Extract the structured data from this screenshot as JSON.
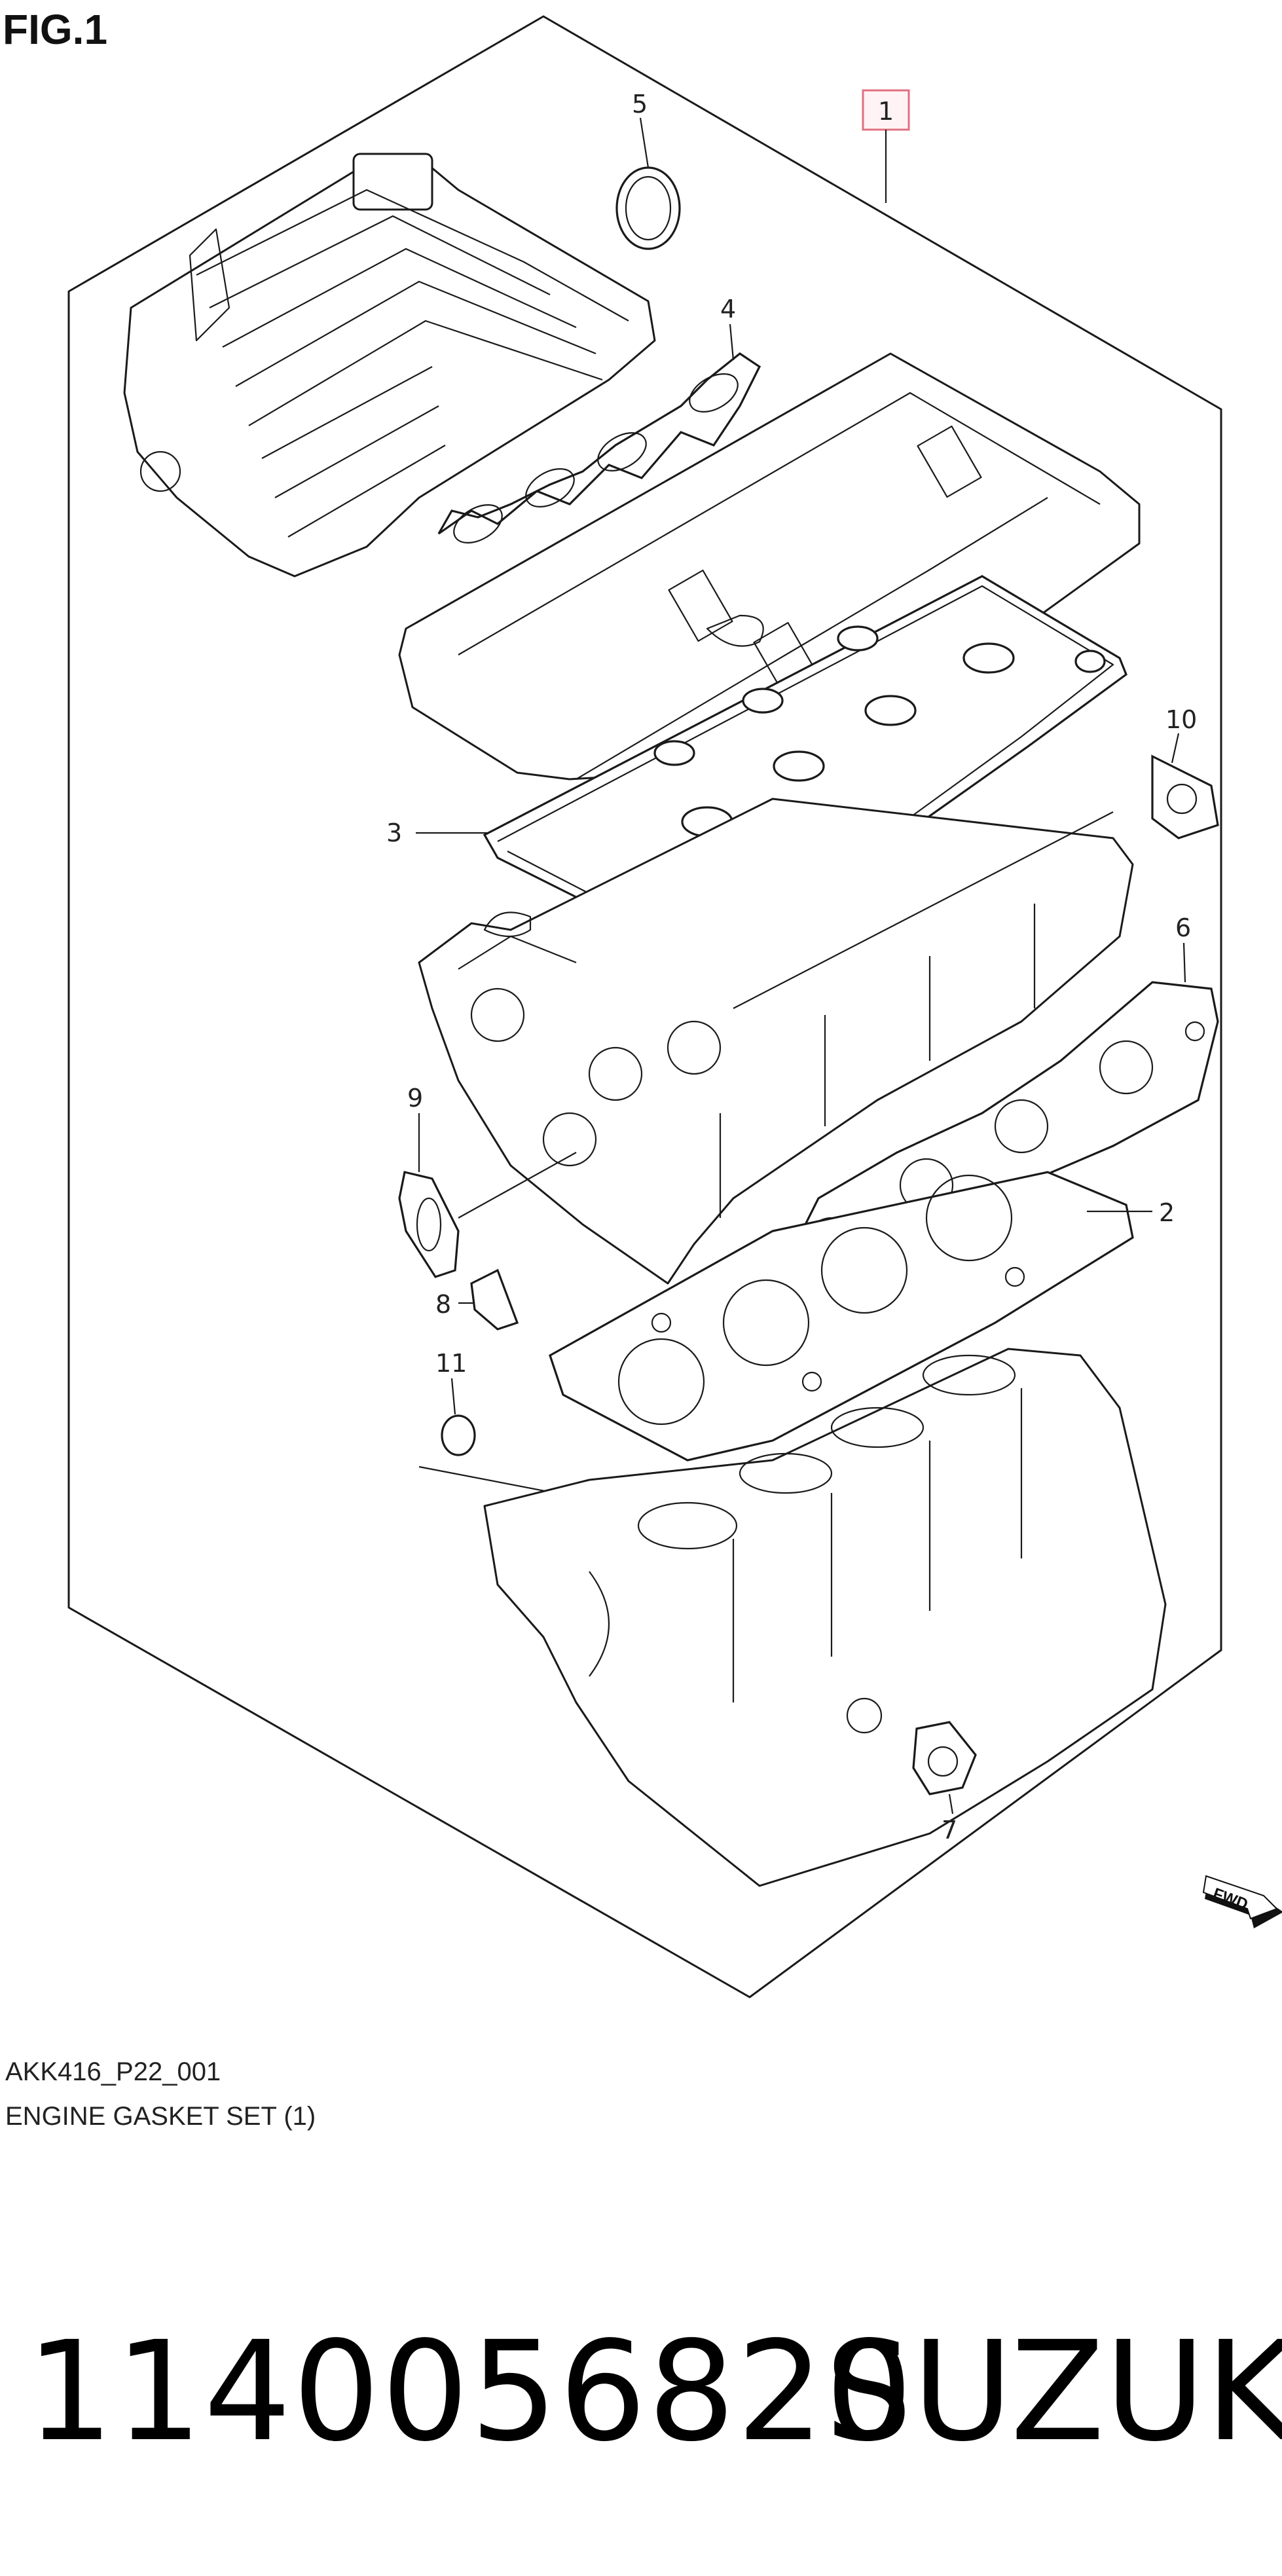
{
  "figure": {
    "label": "FIG.1"
  },
  "callouts": [
    {
      "id": "1",
      "text": "1",
      "boxed": true
    },
    {
      "id": "2",
      "text": "2"
    },
    {
      "id": "3",
      "text": "3"
    },
    {
      "id": "4",
      "text": "4"
    },
    {
      "id": "5",
      "text": "5"
    },
    {
      "id": "6",
      "text": "6"
    },
    {
      "id": "7",
      "text": "7"
    },
    {
      "id": "8",
      "text": "8"
    },
    {
      "id": "9",
      "text": "9"
    },
    {
      "id": "10",
      "text": "10"
    },
    {
      "id": "11",
      "text": "11"
    }
  ],
  "fwd_arrow_text": "FWD",
  "footer": {
    "drawing_code": "AKK416_P22_001",
    "title": "ENGINE GASKET SET (1)"
  },
  "product": {
    "part_number": "1140056820",
    "brand": "SUZUKI"
  },
  "colors": {
    "callout_box_border": "#e07080",
    "line": "#1a1a1a"
  }
}
